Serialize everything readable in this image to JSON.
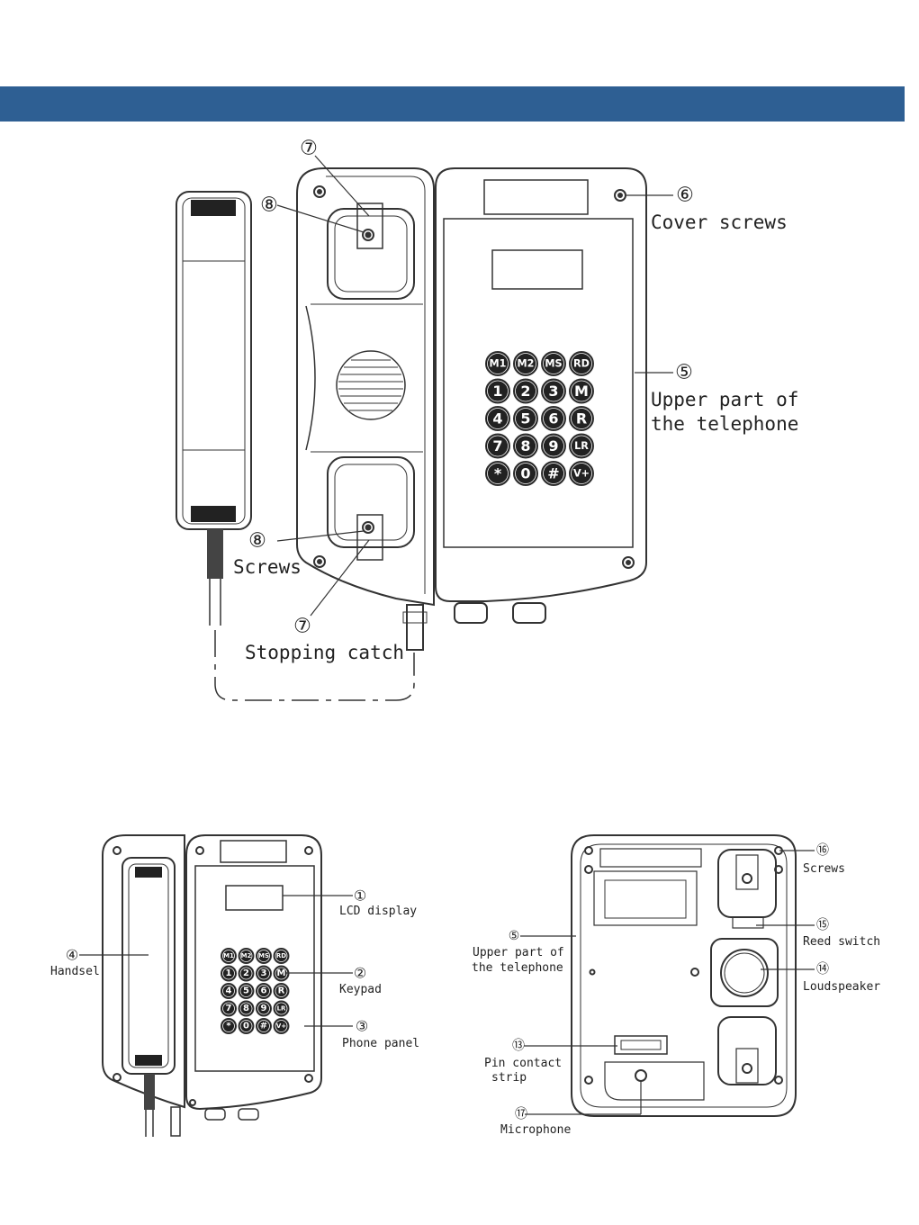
{
  "colors": {
    "banner": "#2e5f93",
    "line": "#333333"
  },
  "top_diagram": {
    "callouts": {
      "c7_top": "⑦",
      "c8_top": "⑧",
      "c6": "⑥",
      "c5": "⑤",
      "c8_bottom": "⑧",
      "c7_bottom": "⑦"
    },
    "labels": {
      "cover_screws": "Cover screws",
      "upper_part_line1": "Upper part of",
      "upper_part_line2": "the telephone",
      "screws": "Screws",
      "stopping_catch": "Stopping catch"
    },
    "keypad": [
      [
        "M1",
        "M2",
        "MS",
        "RD"
      ],
      [
        "1",
        "2",
        "3",
        "M"
      ],
      [
        "4",
        "5",
        "6",
        "R"
      ],
      [
        "7",
        "8",
        "9",
        "LR"
      ],
      [
        "*",
        "0",
        "#",
        "V+"
      ]
    ]
  },
  "front_diagram": {
    "callouts": {
      "c1": "①",
      "c2": "②",
      "c3": "③",
      "c4": "④"
    },
    "labels": {
      "lcd_display": "LCD display",
      "keypad": "Keypad",
      "phone_panel": "Phone panel",
      "handset": "Handsel"
    },
    "keypad": [
      [
        "M1",
        "M2",
        "MS",
        "RD"
      ],
      [
        "1",
        "2",
        "3",
        "M"
      ],
      [
        "4",
        "5",
        "6",
        "R"
      ],
      [
        "7",
        "8",
        "9",
        "LR"
      ],
      [
        "*",
        "0",
        "#",
        "V+"
      ]
    ]
  },
  "back_diagram": {
    "callouts": {
      "c16": "⑯",
      "c15": "⑮",
      "c14": "⑭",
      "c5": "⑤",
      "c13": "⑬",
      "c17": "⑰"
    },
    "labels": {
      "screws": "Screws",
      "reed_switch": "Reed switch",
      "loudspeaker": "Loudspeaker",
      "upper_part_line1": "Upper part of",
      "upper_part_line2": "the telephone",
      "pin_contact_line1": "Pin contact",
      "pin_contact_line2": "strip",
      "microphone": "Microphone"
    }
  }
}
